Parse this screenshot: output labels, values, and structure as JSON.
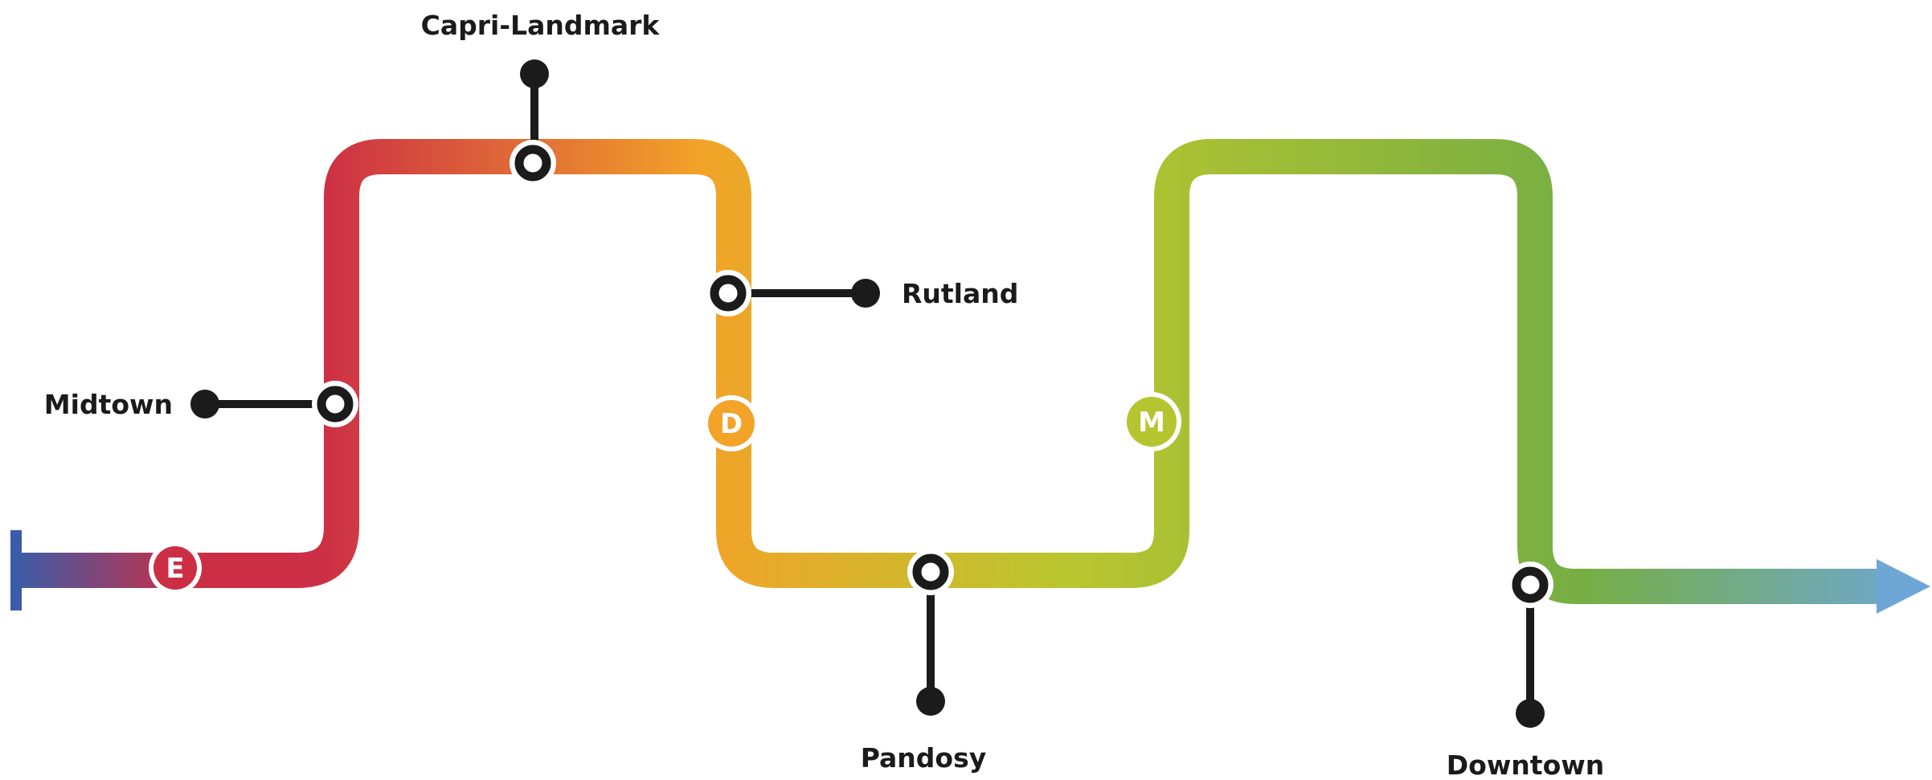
{
  "route": {
    "colors": {
      "start": "#3b5ca8",
      "red": "#cc2f45",
      "orange": "#f2a328",
      "lime": "#b9c62f",
      "green": "#76ae43",
      "end": "#6ea7d6",
      "stop_ink": "#1b1b1b"
    },
    "badges": [
      {
        "letter": "E",
        "color": "#cc2f45"
      },
      {
        "letter": "D",
        "color": "#f2a328"
      },
      {
        "letter": "M",
        "color": "#b5c52f"
      }
    ],
    "stations": [
      {
        "name": "Capri-Landmark"
      },
      {
        "name": "Rutland"
      },
      {
        "name": "Midtown"
      },
      {
        "name": "Pandosy"
      },
      {
        "name": "Downtown"
      }
    ]
  }
}
